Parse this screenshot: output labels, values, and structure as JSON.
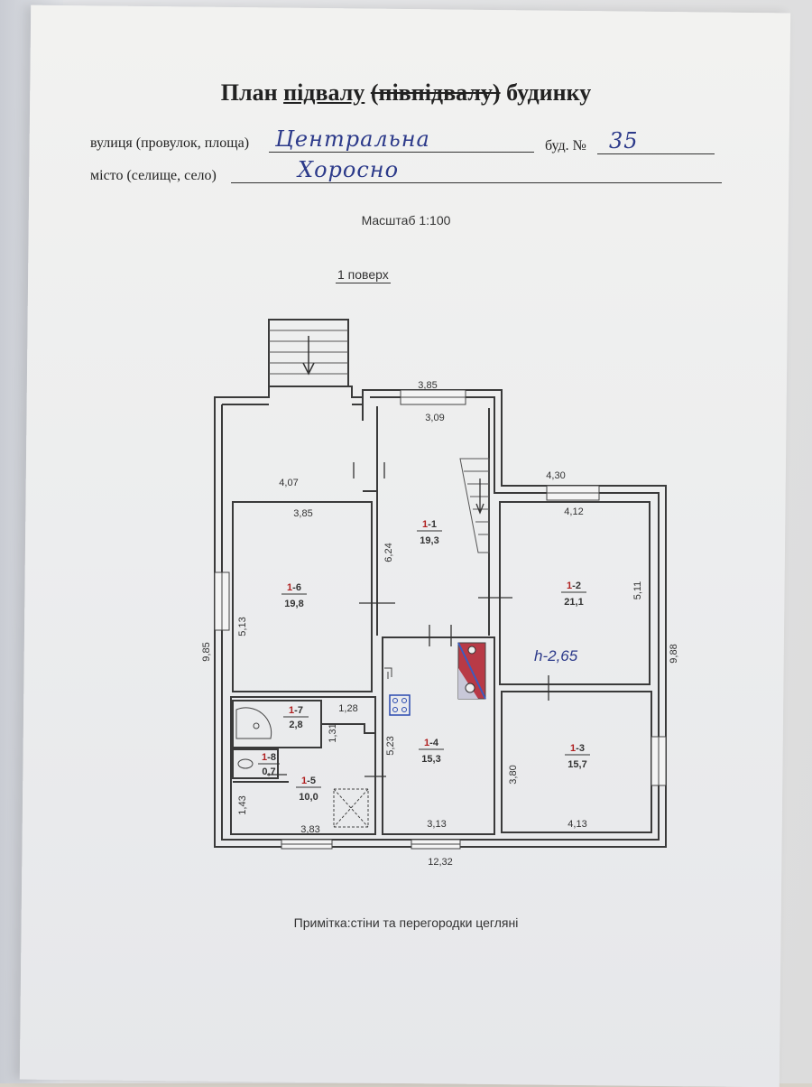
{
  "header": {
    "title_part1": "План ",
    "title_basement": "підвалу",
    "title_semi": "(півпідвалу)",
    "title_part2": " будинку"
  },
  "address": {
    "street_label": "вулиця (провулок, площа)",
    "street_value": "Центральна",
    "building_label": "буд. №",
    "building_value": "35",
    "city_label": "місто (селище, село)",
    "city_value": "Хоросно"
  },
  "scale": "Масштаб 1:100",
  "floor_label": "1 поверх",
  "plan": {
    "outer": {
      "bottom": "12,32",
      "left": "9,85",
      "right": "9,88",
      "top_center": "3,85",
      "top_right": "4,30"
    },
    "rooms": [
      {
        "id": "1-1",
        "prefix": "1",
        "suffix": "-1",
        "area": "19,3",
        "width": "3,09",
        "depth": "6,24"
      },
      {
        "id": "1-2",
        "prefix": "1",
        "suffix": "-2",
        "area": "21,1",
        "width": "4,12",
        "depth": "5,11"
      },
      {
        "id": "1-3",
        "prefix": "1",
        "suffix": "-3",
        "area": "15,7",
        "width": "4,13",
        "depth": "3,80"
      },
      {
        "id": "1-4",
        "prefix": "1",
        "suffix": "-4",
        "area": "15,3",
        "width": "3,13",
        "depth": "5,23"
      },
      {
        "id": "1-5",
        "prefix": "1",
        "suffix": "-5",
        "area": "10,0",
        "width": "3,83",
        "depth": "1,43"
      },
      {
        "id": "1-6",
        "prefix": "1",
        "suffix": "-6",
        "area": "19,8",
        "width": "3,85",
        "depth": "5,13"
      },
      {
        "id": "1-7",
        "prefix": "1",
        "suffix": "-7",
        "area": "2,8",
        "width": "1,28",
        "depth": "1,31"
      },
      {
        "id": "1-8",
        "prefix": "1",
        "suffix": "-8",
        "area": "0,7"
      }
    ],
    "porch_width": "4,07",
    "height_note": "h-2,65"
  },
  "note": "Примітка:стіни та перегородки цегляні"
}
